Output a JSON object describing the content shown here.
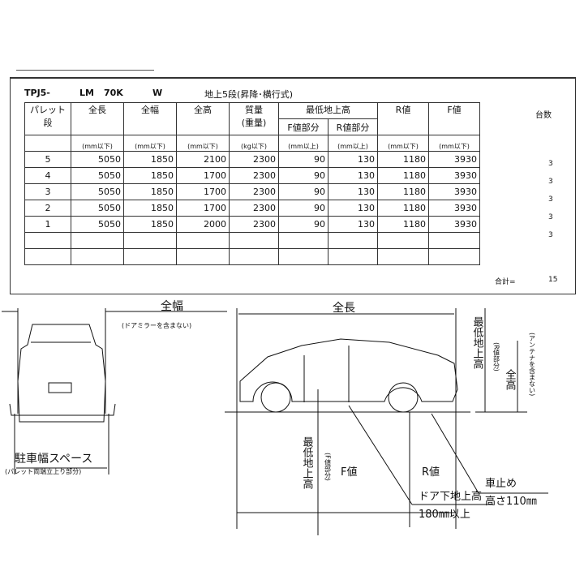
{
  "header": {
    "model": "TPJ5-",
    "code": "LM",
    "capacity": "70K",
    "type": "W",
    "description": "地上5段(昇降･横行式)"
  },
  "table": {
    "headers": {
      "pallet": "パレット",
      "pallet2": "段",
      "length": "全長",
      "width": "全幅",
      "height": "全高",
      "mass": "質量",
      "mass2": "(重量)",
      "clearance": "最低地上高",
      "f_part": "F値部分",
      "r_part": "R値部分",
      "r": "R値",
      "f": "F値",
      "count": "台数"
    },
    "units": [
      "(mm以下)",
      "(mm以下)",
      "(mm以下)",
      "(kg以下)",
      "(mm以上)",
      "(mm以上)",
      "(mm以下)",
      "(mm以下)"
    ],
    "rows": [
      {
        "level": "5",
        "length": "5050",
        "width": "1850",
        "height": "2100",
        "mass": "2300",
        "f_clear": "90",
        "r_clear": "130",
        "r": "1180",
        "f": "3930",
        "count": "3"
      },
      {
        "level": "4",
        "length": "5050",
        "width": "1850",
        "height": "1700",
        "mass": "2300",
        "f_clear": "90",
        "r_clear": "130",
        "r": "1180",
        "f": "3930",
        "count": "3"
      },
      {
        "level": "3",
        "length": "5050",
        "width": "1850",
        "height": "1700",
        "mass": "2300",
        "f_clear": "90",
        "r_clear": "130",
        "r": "1180",
        "f": "3930",
        "count": "3"
      },
      {
        "level": "2",
        "length": "5050",
        "width": "1850",
        "height": "1700",
        "mass": "2300",
        "f_clear": "90",
        "r_clear": "130",
        "r": "1180",
        "f": "3930",
        "count": "3"
      },
      {
        "level": "1",
        "length": "5050",
        "width": "1850",
        "height": "2000",
        "mass": "2300",
        "f_clear": "90",
        "r_clear": "130",
        "r": "1180",
        "f": "3930",
        "count": "3"
      }
    ],
    "total_label": "合計=",
    "total": "15"
  },
  "diagram": {
    "width": "全幅",
    "width_note": "(ドアミラーを含まない)",
    "space": "駐車幅スペース",
    "space_note": "(パレット両端立上り部分)",
    "length": "全長",
    "height": "全高",
    "height_note": "(アンテナを含まない)",
    "clear_r": "最低地上高",
    "clear_r_note": "(R値部分)",
    "clear_f": "最低地上高",
    "clear_f_note": "(F値部分)",
    "f": "F値",
    "r": "R値",
    "stopper": "車止め",
    "stopper_h": "高さ110㎜",
    "door": "ドア下地上高",
    "door_h": "180㎜以上"
  }
}
